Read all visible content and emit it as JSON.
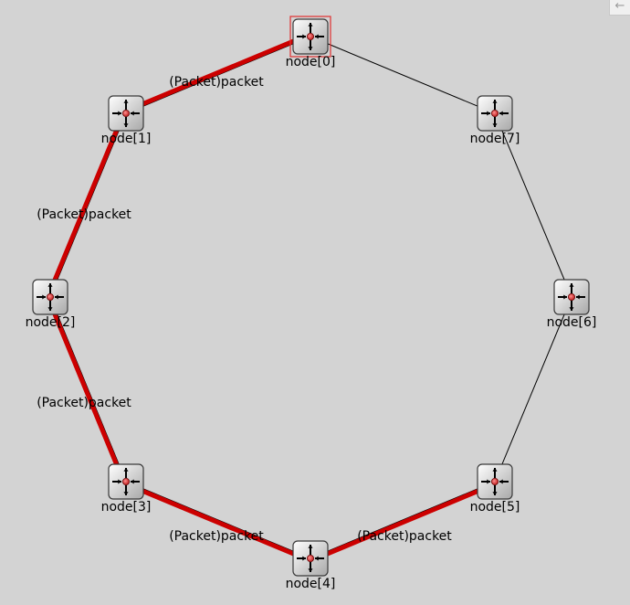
{
  "network": {
    "nodes": [
      {
        "label": "node[0]",
        "icon": "router-icon",
        "selected": true
      },
      {
        "label": "node[1]",
        "icon": "router-icon",
        "selected": false
      },
      {
        "label": "node[2]",
        "icon": "router-icon",
        "selected": false
      },
      {
        "label": "node[3]",
        "icon": "router-icon",
        "selected": false
      },
      {
        "label": "node[4]",
        "icon": "router-icon",
        "selected": false
      },
      {
        "label": "node[5]",
        "icon": "router-icon",
        "selected": false
      },
      {
        "label": "node[6]",
        "icon": "router-icon",
        "selected": false
      },
      {
        "label": "node[7]",
        "icon": "router-icon",
        "selected": false
      }
    ],
    "links": [
      {
        "from": 0,
        "to": 1,
        "active": true,
        "label": "(Packet)packet"
      },
      {
        "from": 1,
        "to": 2,
        "active": true,
        "label": "(Packet)packet"
      },
      {
        "from": 2,
        "to": 3,
        "active": true,
        "label": "(Packet)packet"
      },
      {
        "from": 3,
        "to": 4,
        "active": true,
        "label": "(Packet)packet"
      },
      {
        "from": 4,
        "to": 5,
        "active": true,
        "label": "(Packet)packet"
      },
      {
        "from": 5,
        "to": 6,
        "active": false,
        "label": ""
      },
      {
        "from": 6,
        "to": 7,
        "active": false,
        "label": ""
      },
      {
        "from": 7,
        "to": 0,
        "active": false,
        "label": ""
      }
    ]
  },
  "colors": {
    "background": "#d3d3d3",
    "active_link": "#cc0000",
    "idle_link": "#000000",
    "selection": "#e03030",
    "icon_dot": "#e04040"
  },
  "corner_button": {
    "icon": "arrow-left-icon",
    "glyph": "←"
  }
}
